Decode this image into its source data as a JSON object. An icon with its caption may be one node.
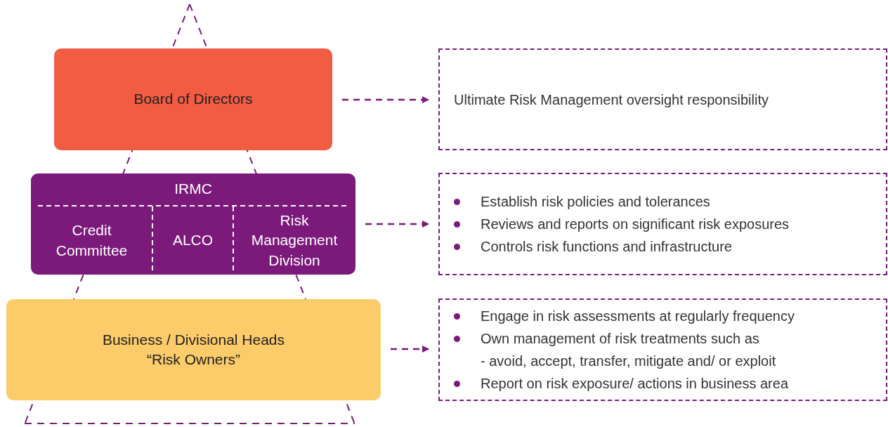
{
  "diagram": {
    "nodes": [
      {
        "text": [
          "Board of Directors"
        ]
      },
      {
        "text": [
          "IRMC"
        ]
      },
      {
        "text": [
          "Credit Committee"
        ],
        "in": 1
      },
      {
        "text": [
          "ALCO"
        ],
        "in": 1
      },
      {
        "text": [
          "Risk Management Division"
        ],
        "in": 1
      },
      {
        "text": [
          "Business / Divisional Heads",
          "“Risk Owners”"
        ]
      },
      {
        "text": [
          "Ultimate Risk Management oversight responsibility"
        ]
      },
      {
        "text": [
          "Establish risk policies and tolerances",
          "Reviews and reports on significant risk exposures",
          "Controls risk functions and infrastructure"
        ]
      },
      {
        "text": [
          "Engage in risk assessments at regularly frequency",
          "Own management of risk treatments such as",
          "- avoid, accept, transfer, mitigate and/ or exploit",
          "Report on risk exposure/ actions in business area"
        ]
      }
    ],
    "edges": [
      {
        "from": 0,
        "to": 6,
        "arrow": "to",
        "style": "dashed"
      },
      {
        "from": 1,
        "to": 7,
        "arrow": "to",
        "style": "dashed"
      },
      {
        "from": 5,
        "to": 8,
        "arrow": "to",
        "style": "dashed"
      }
    ]
  }
}
